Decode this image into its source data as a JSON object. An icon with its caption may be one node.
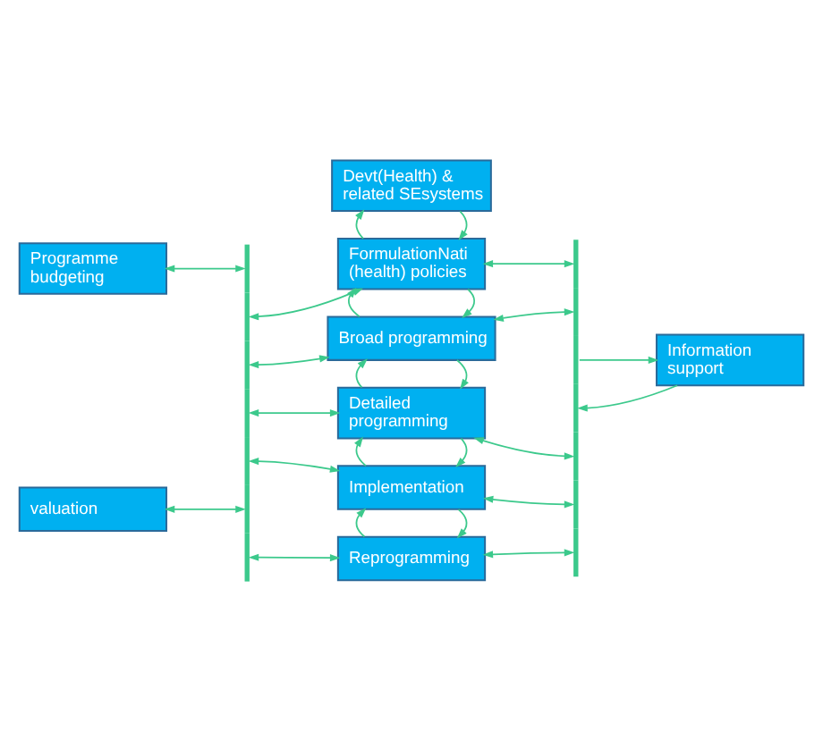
{
  "diagram": {
    "nodes": [
      {
        "text": [
          "Devt(Health) & related SEsystems"
        ]
      },
      {
        "text": [
          "Programme budgeting"
        ]
      },
      {
        "text": [
          "FormulationNati (health) policies"
        ]
      },
      {
        "text": [
          "Broad programming"
        ]
      },
      {
        "text": [
          "Information support"
        ]
      },
      {
        "text": [
          "Detailed programming"
        ]
      },
      {
        "text": [
          "Implementation"
        ]
      },
      {
        "text": [
          "valuation"
        ]
      },
      {
        "text": [
          "Reprogramming"
        ]
      },
      {
        "text": [],
        "shape": "bar"
      },
      {
        "text": [],
        "shape": "bar"
      }
    ],
    "edges": [
      {
        "from": 1,
        "to": 9,
        "arrow": "both"
      },
      {
        "from": 7,
        "to": 9,
        "arrow": "both"
      },
      {
        "from": 9,
        "to": 2,
        "arrow": "both"
      },
      {
        "from": 9,
        "to": 3,
        "arrow": "both"
      },
      {
        "from": 9,
        "to": 5,
        "arrow": "both"
      },
      {
        "from": 9,
        "to": 6,
        "arrow": "both"
      },
      {
        "from": 9,
        "to": 8,
        "arrow": "both"
      },
      {
        "from": 2,
        "to": 10,
        "arrow": "both"
      },
      {
        "from": 3,
        "to": 10,
        "arrow": "both"
      },
      {
        "from": 5,
        "to": 10,
        "arrow": "both"
      },
      {
        "from": 6,
        "to": 10,
        "arrow": "both"
      },
      {
        "from": 8,
        "to": 10,
        "arrow": "both"
      },
      {
        "from": 10,
        "to": 4,
        "arrow": "to"
      },
      {
        "from": 4,
        "to": 10,
        "arrow": "to"
      },
      {
        "from": 0,
        "to": 2,
        "arrow": "to"
      },
      {
        "from": 2,
        "to": 0,
        "arrow": "to"
      },
      {
        "from": 2,
        "to": 3,
        "arrow": "to"
      },
      {
        "from": 3,
        "to": 2,
        "arrow": "to"
      },
      {
        "from": 3,
        "to": 5,
        "arrow": "to"
      },
      {
        "from": 5,
        "to": 3,
        "arrow": "to"
      },
      {
        "from": 5,
        "to": 6,
        "arrow": "to"
      },
      {
        "from": 6,
        "to": 5,
        "arrow": "to"
      },
      {
        "from": 6,
        "to": 8,
        "arrow": "to"
      },
      {
        "from": 8,
        "to": 6,
        "arrow": "to"
      }
    ]
  }
}
